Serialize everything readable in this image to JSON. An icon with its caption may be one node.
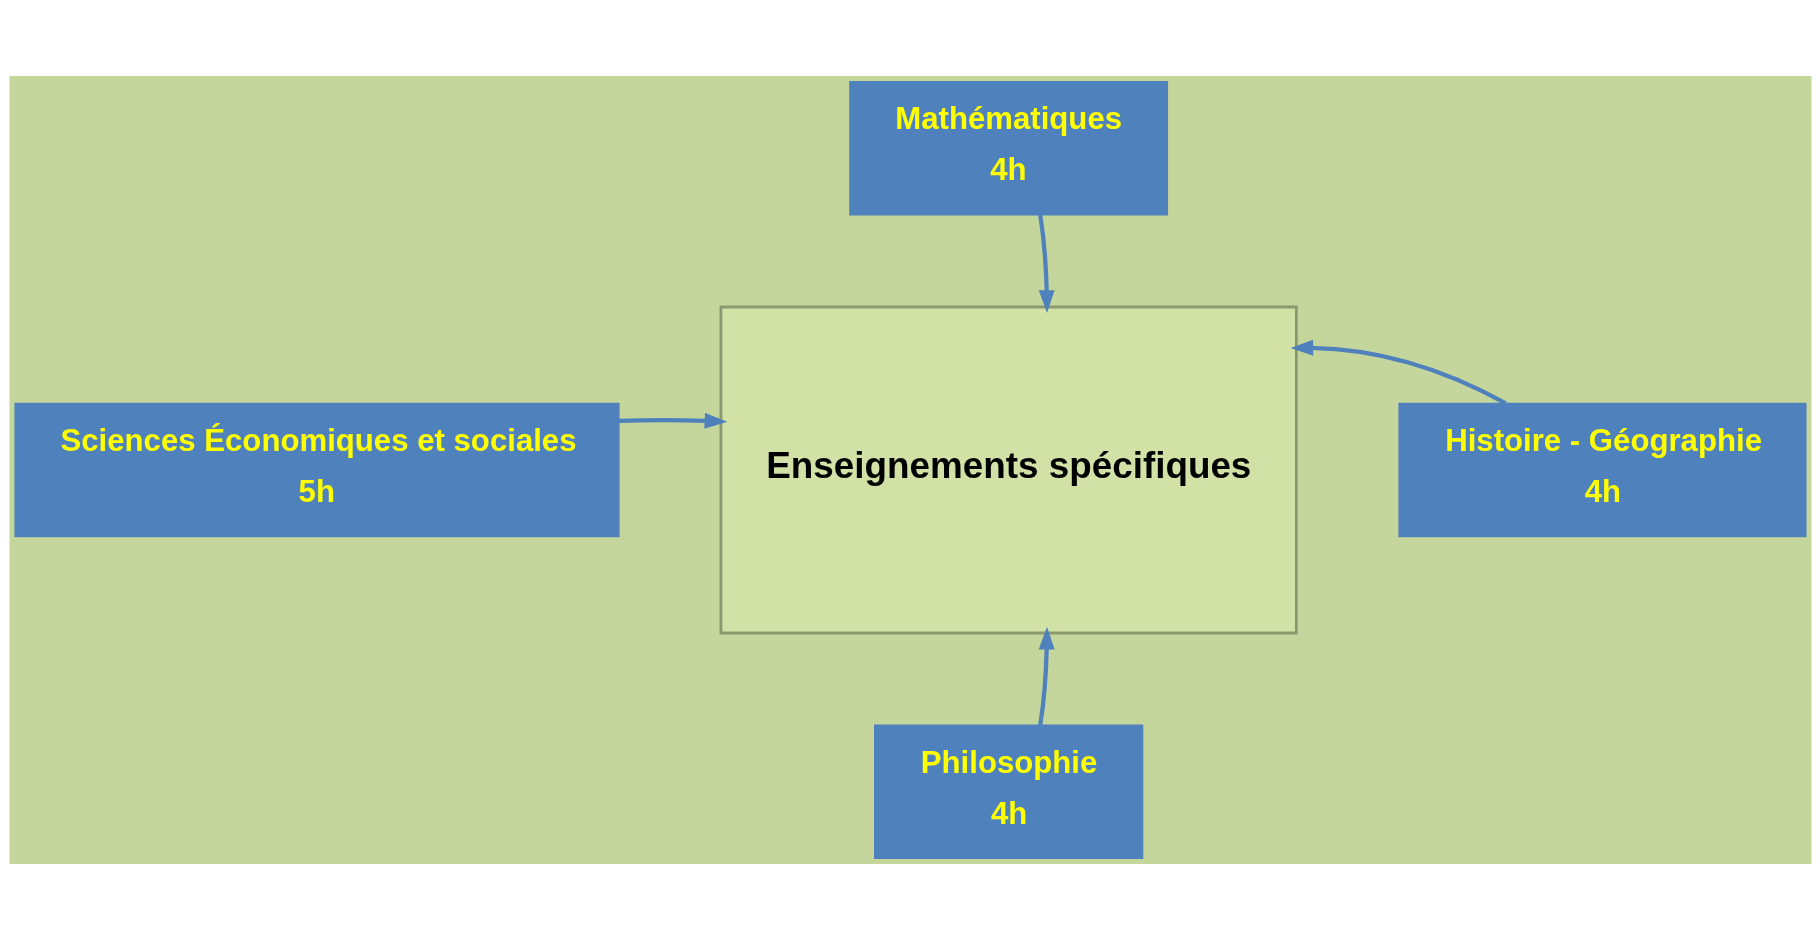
{
  "diagram": {
    "nodes": [
      {
        "text": [
          "Mathématiques",
          "4h"
        ]
      },
      {
        "text": [
          "Sciences Économiques et sociales",
          "5h"
        ]
      },
      {
        "text": [
          "Enseignements spécifiques"
        ]
      },
      {
        "text": [
          "Histoire - Géographie",
          "4h"
        ]
      },
      {
        "text": [
          "Philosophie",
          "4h"
        ]
      }
    ],
    "edges": [
      {
        "from": 0,
        "to": 2,
        "arrow": "to"
      },
      {
        "from": 1,
        "to": 2,
        "arrow": "to"
      },
      {
        "from": 3,
        "to": 2,
        "arrow": "to"
      },
      {
        "from": 4,
        "to": 2,
        "arrow": "to"
      }
    ]
  }
}
